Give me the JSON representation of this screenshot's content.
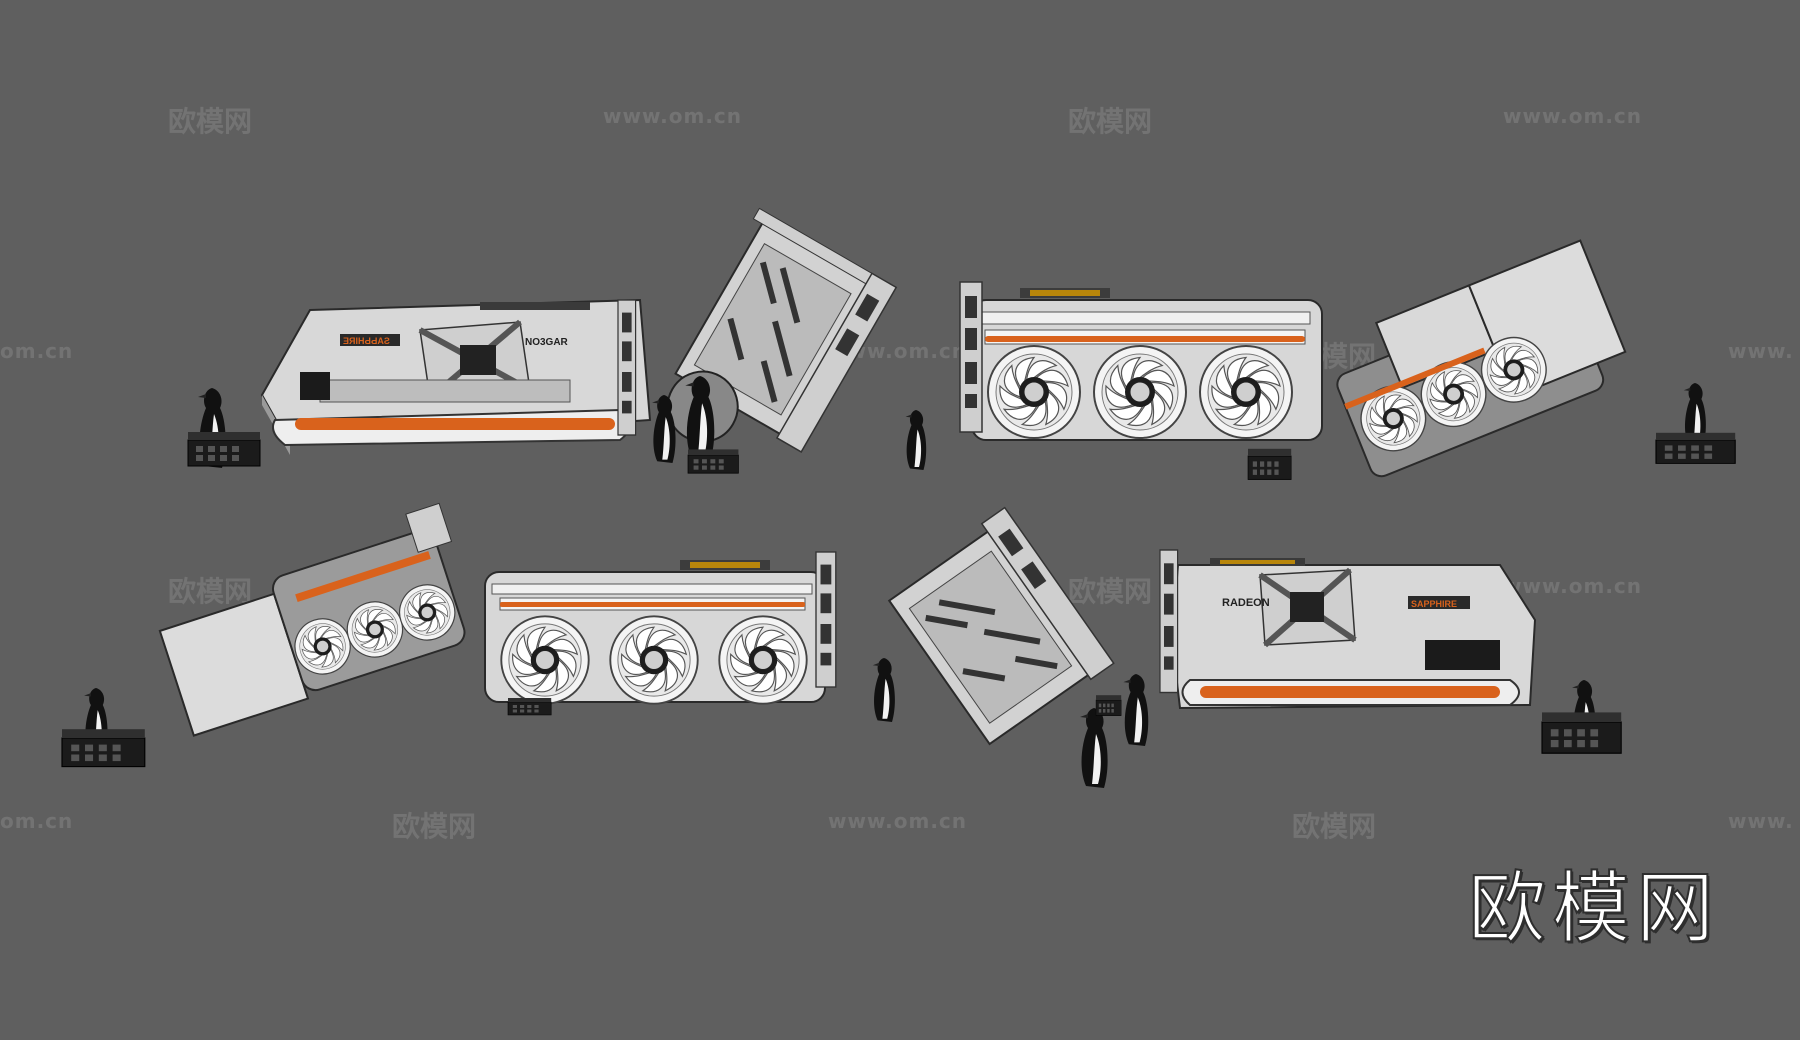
{
  "watermarks": {
    "brand_cn": "欧模网",
    "url": "www.om.cn",
    "url_short": "om.cn",
    "url_prefix": "www."
  },
  "brand_label": "欧模网",
  "card_labels": {
    "radeon": "RADEON",
    "sapphire": "SAPPHIRE",
    "radeon_mirrored": "NO3GAR",
    "sapphire_mirrored": "ƎЯIHԀԀAƧ"
  },
  "colors": {
    "background": "#5f5f5f",
    "card_body": "#d9d9d9",
    "card_dark": "#2b2b2b",
    "accent_orange": "#d9621c",
    "penguin": "#111111"
  }
}
